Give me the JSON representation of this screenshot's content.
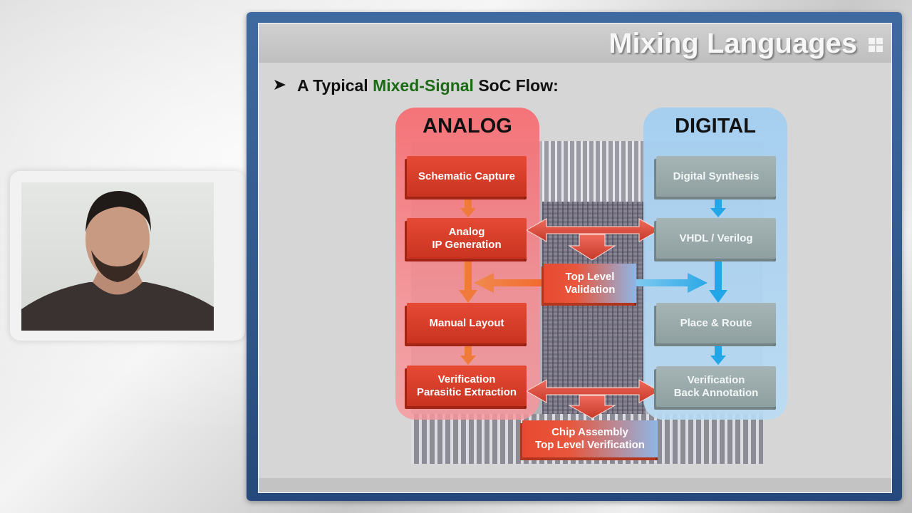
{
  "slide": {
    "title": "Mixing Languages",
    "bullet_prefix": "A Typical ",
    "bullet_highlight": "Mixed-Signal",
    "bullet_suffix": " SoC Flow:"
  },
  "diagram": {
    "analog_title": "ANALOG",
    "digital_title": "DIGITAL",
    "analog_steps": [
      "Schematic Capture",
      "Analog\nIP Generation",
      "Manual Layout",
      "Verification\nParasitic Extraction"
    ],
    "digital_steps": [
      "Digital Synthesis",
      "VHDL / Verilog",
      "Place & Route",
      "Verification\nBack Annotation"
    ],
    "center_top": "Top Level\nValidation",
    "center_bottom": "Chip Assembly\nTop Level Verification"
  },
  "colors": {
    "accent_blue": "#2f5a93",
    "analog_red": "#f4787c",
    "digital_blue": "#a8d0f0",
    "highlight_green": "#1b6b15"
  }
}
